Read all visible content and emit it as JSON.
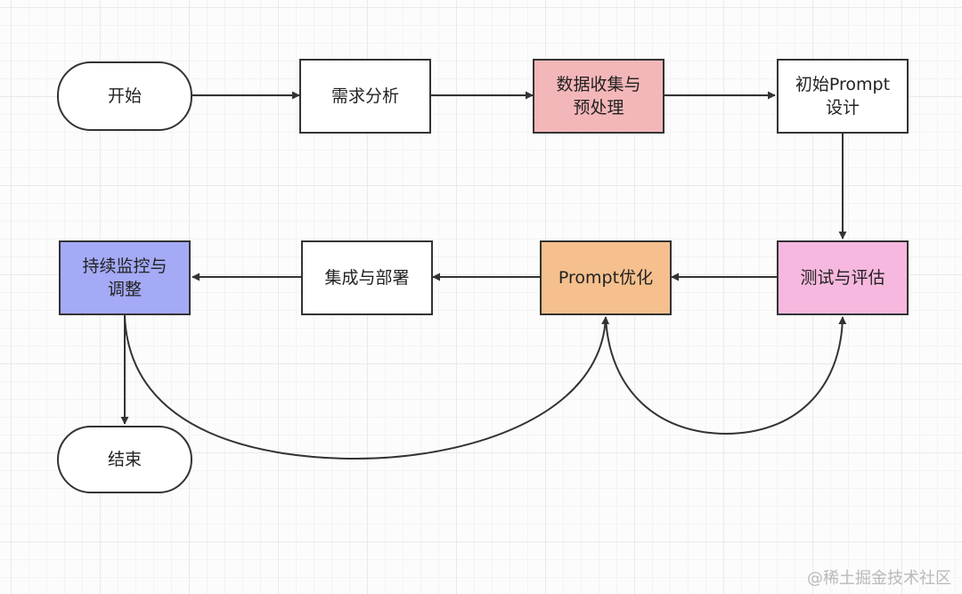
{
  "nodes": {
    "start": {
      "label": "开始",
      "fill": "#ffffff"
    },
    "requirements": {
      "label": "需求分析",
      "fill": "#ffffff"
    },
    "data_prep": {
      "label": "数据收集与\n预处理",
      "fill": "#f4b7b9"
    },
    "initial_design": {
      "label": "初始Prompt\n设计",
      "fill": "#ffffff"
    },
    "test_eval": {
      "label": "测试与评估",
      "fill": "#f6b8de"
    },
    "optimize": {
      "label": "Prompt优化",
      "fill": "#f5c08e"
    },
    "deploy": {
      "label": "集成与部署",
      "fill": "#ffffff"
    },
    "monitor": {
      "label": "持续监控与\n调整",
      "fill": "#a4aaf6"
    },
    "end": {
      "label": "结束",
      "fill": "#ffffff"
    }
  },
  "edge_color": "#333333",
  "watermark": "@稀土掘金技术社区"
}
